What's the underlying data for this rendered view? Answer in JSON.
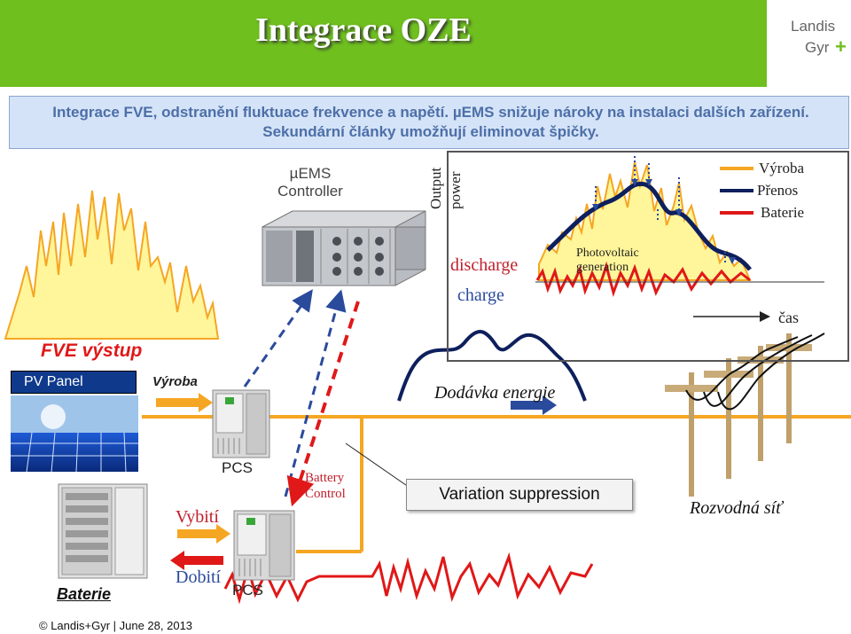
{
  "header": {
    "title": "Integrace OZE"
  },
  "logo": {
    "line1": "Landis",
    "line2": "Gyr",
    "plus": "+"
  },
  "banner": {
    "text": "Integrace FVE, odstranění fluktuace frekvence a napětí. µEMS snižuje nároky na instalaci dalších zařízení. Sekundární články umožňují eliminovat špičky."
  },
  "controller": {
    "label_line1": "µEMS",
    "label_line2": "Controller"
  },
  "chart": {
    "y_label_line1": "Output",
    "y_label_line2": "power",
    "legend": [
      {
        "name": "Výroba",
        "color": "#f5a623"
      },
      {
        "name": "Přenos",
        "color": "#0d1f5c"
      },
      {
        "name": "Baterie",
        "color": "#e01818"
      }
    ],
    "discharge": "discharge",
    "charge": "charge",
    "photovoltaic": "Photovoltaic generation",
    "time": "čas"
  },
  "labels": {
    "fve_vystup": "FVE výstup",
    "pv_panel": "PV Panel",
    "vyroba": "Výroba",
    "dodavka": "Dodávka energie",
    "pcs_top": "PCS",
    "pcs_bottom": "PCS",
    "battery_control": "Battery Control",
    "variation": "Variation suppression",
    "rozvodna": "Rozvodná síť",
    "vybiti": "Vybití",
    "dobiti": "Dobití",
    "baterie": "Baterie"
  },
  "footer": {
    "text": "© Landis+Gyr | June 28, 2013"
  },
  "colors": {
    "header_green": "#6fbf1f",
    "pv_fill": "#fff59a",
    "pv_stroke": "#f5a623",
    "flow_orange": "#f5a623",
    "battery_red": "#e01818",
    "transfer_blue": "#0d1f5c",
    "arrow_blue": "#2a4a9c"
  }
}
